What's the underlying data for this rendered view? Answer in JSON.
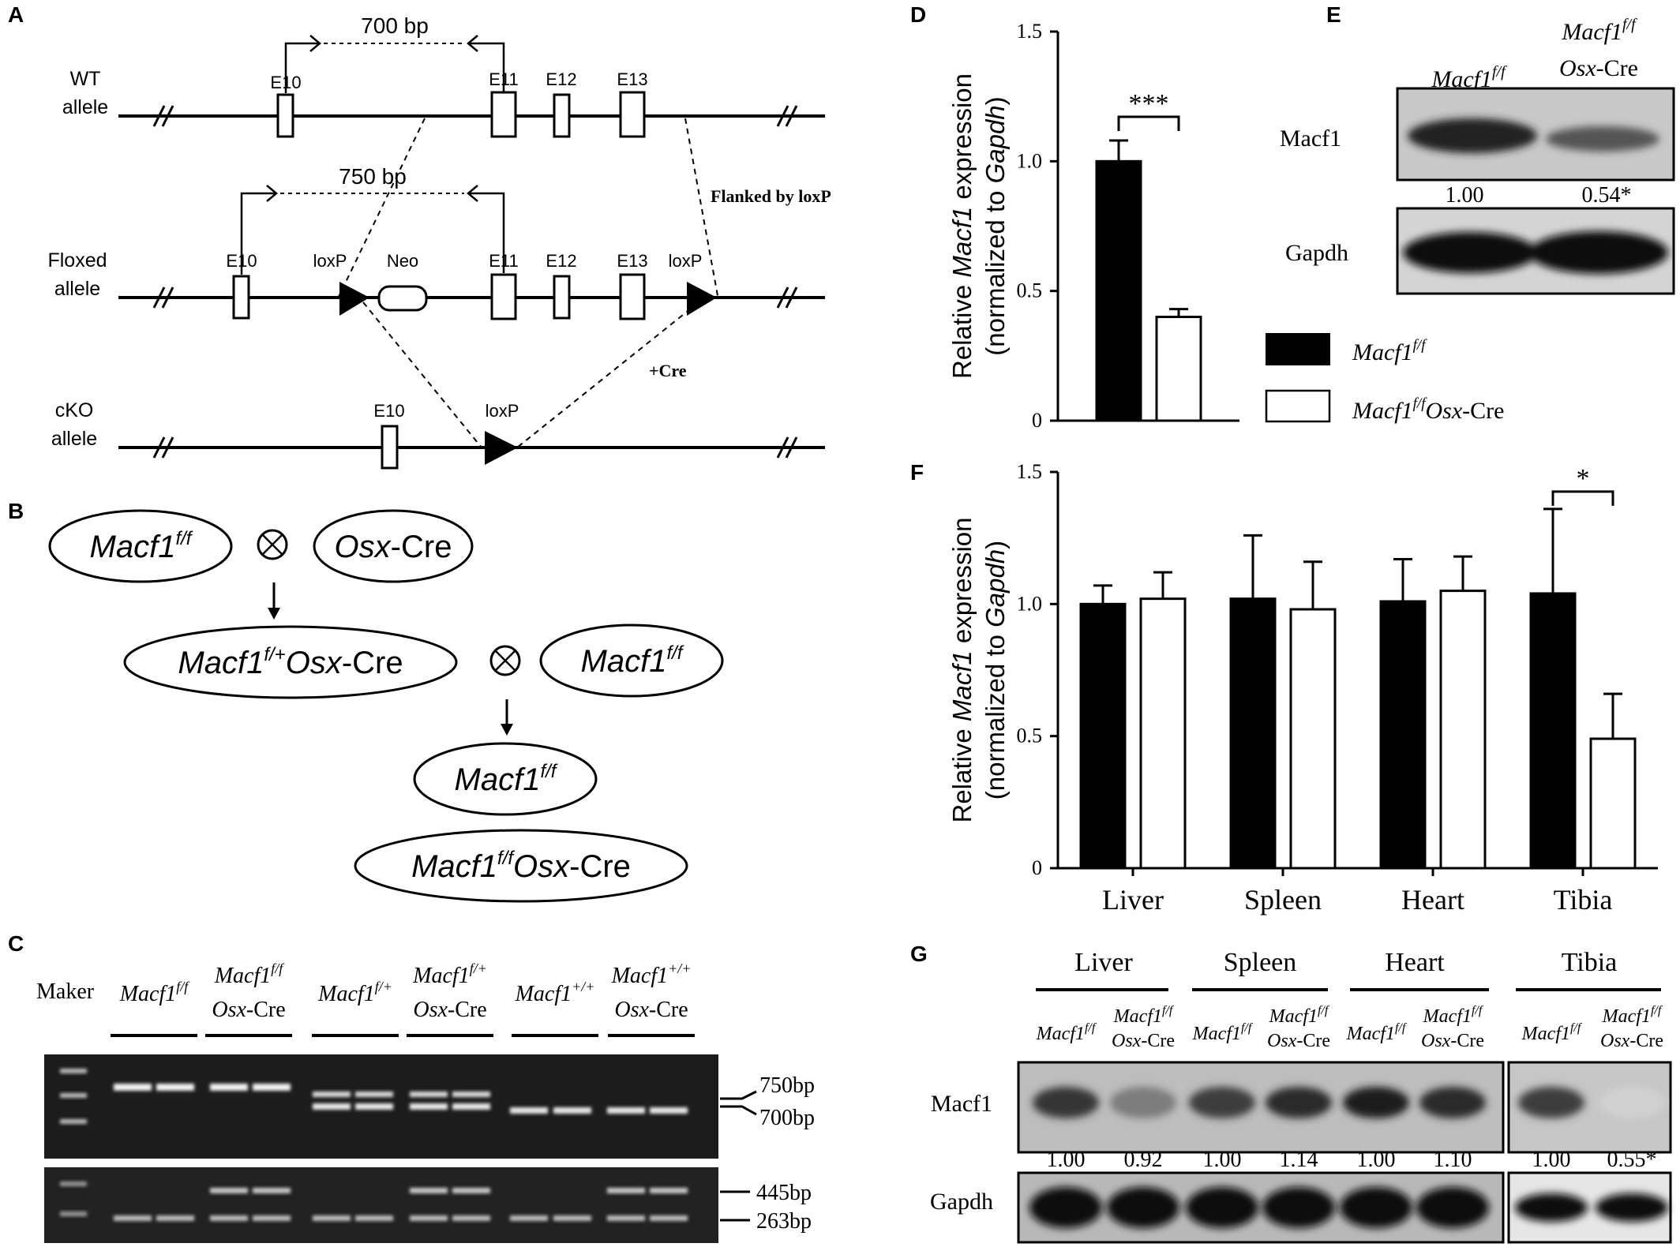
{
  "panels": {
    "A": "A",
    "B": "B",
    "C": "C",
    "D": "D",
    "E": "E",
    "F": "F",
    "G": "G"
  },
  "panelA": {
    "wt_label": [
      "WT",
      "allele"
    ],
    "floxed_label": [
      "Floxed",
      "allele"
    ],
    "cko_label": [
      "cKO",
      "allele"
    ],
    "bp_wt": "700 bp",
    "bp_floxed": "750 bp",
    "exons": {
      "e10": "E10",
      "e11": "E11",
      "e12": "E12",
      "e13": "E13"
    },
    "loxp": "loxP",
    "neo": "Neo",
    "flanked": "Flanked by loxP",
    "cre": "+Cre",
    "break_mark": "//"
  },
  "panelB": {
    "cross_symbol": "⊗",
    "macf1ff": {
      "gene": "Macf1",
      "sup": "f/f"
    },
    "osxcre": {
      "gene": "Osx",
      "suffix": "-Cre"
    },
    "macf1fp_osxcre": {
      "gene": "Macf1",
      "sup": "f/+",
      "gene2": "Osx",
      "suffix": "-Cre"
    },
    "macf1ff_osxcre": {
      "gene": "Macf1",
      "sup": "f/f",
      "gene2": "Osx",
      "suffix": "-Cre"
    }
  },
  "panelC": {
    "maker": "Maker",
    "groups": [
      {
        "gene": "Macf1",
        "sup": "f/f",
        "line2": ""
      },
      {
        "gene": "Macf1",
        "sup": "f/f",
        "line2": "Osx",
        "suffix": "-Cre"
      },
      {
        "gene": "Macf1",
        "sup": "f/+",
        "line2": ""
      },
      {
        "gene": "Macf1",
        "sup": "f/+",
        "line2": "Osx",
        "suffix": "-Cre"
      },
      {
        "gene": "Macf1",
        "sup": "+/+",
        "line2": ""
      },
      {
        "gene": "Macf1",
        "sup": "+/+",
        "line2": "Osx",
        "suffix": "-Cre"
      }
    ],
    "bands_top": [
      "750bp",
      "700bp"
    ],
    "bands_bottom": [
      "445bp",
      "263bp"
    ]
  },
  "chart_data": [
    {
      "type": "bar",
      "panel": "D",
      "ylabel_pre": "Relative ",
      "ylabel_gene": "Macf1",
      "ylabel_post": " expression",
      "ylabel2_pre": "(normalized to ",
      "ylabel2_gene": "Gapdh",
      "ylabel2_post": ")",
      "ylim": [
        0,
        1.5
      ],
      "yticks": [
        "0",
        "0.5",
        "1.0",
        "1.5"
      ],
      "series": [
        {
          "values": [
            1.0
          ],
          "errors": [
            0.08
          ],
          "fill": "#000000"
        },
        {
          "values": [
            0.4
          ],
          "errors": [
            0.03
          ],
          "fill": "#ffffff"
        }
      ],
      "significance": "***"
    },
    {
      "type": "bar",
      "panel": "F",
      "ylabel_pre": "Relative ",
      "ylabel_gene": "Macf1",
      "ylabel_post": " expression",
      "ylabel2_pre": "(normalized to ",
      "ylabel2_gene": "Gapdh",
      "ylabel2_post": ")",
      "ylim": [
        0,
        1.5
      ],
      "yticks": [
        "0",
        "0.5",
        "1.0",
        "1.5"
      ],
      "categories": [
        "Liver",
        "Spleen",
        "Heart",
        "Tibia"
      ],
      "series": [
        {
          "values": [
            1.0,
            1.02,
            1.01,
            1.04
          ],
          "errors": [
            0.07,
            0.24,
            0.16,
            0.32
          ],
          "fill": "#000000"
        },
        {
          "values": [
            1.02,
            0.98,
            1.05,
            0.49
          ],
          "errors": [
            0.1,
            0.18,
            0.13,
            0.17
          ],
          "fill": "#ffffff"
        }
      ],
      "significance": "*"
    }
  ],
  "legend": {
    "entry1": {
      "gene": "Macf1",
      "sup": "f/f"
    },
    "entry2": {
      "gene": "Macf1",
      "sup": "f/f",
      "gene2": "Osx",
      "suffix": "-Cre"
    }
  },
  "panelE": {
    "col1": {
      "gene": "Macf1",
      "sup": "f/f"
    },
    "col2": {
      "gene": "Macf1",
      "sup": "f/f",
      "gene2": "Osx",
      "suffix": "-Cre"
    },
    "row1": "Macf1",
    "row2": "Gapdh",
    "quant": [
      "1.00",
      "0.54*"
    ]
  },
  "panelG": {
    "tissues": [
      "Liver",
      "Spleen",
      "Heart",
      "Tibia"
    ],
    "col_a": {
      "gene": "Macf1",
      "sup": "f/f"
    },
    "col_b": {
      "gene": "Macf1",
      "sup": "f/f",
      "gene2": "Osx",
      "suffix": "-Cre"
    },
    "row1": "Macf1",
    "row2": "Gapdh",
    "quant": [
      "1.00",
      "0.92",
      "1.00",
      "1.14",
      "1.00",
      "1.10",
      "1.00",
      "0.55*"
    ]
  }
}
